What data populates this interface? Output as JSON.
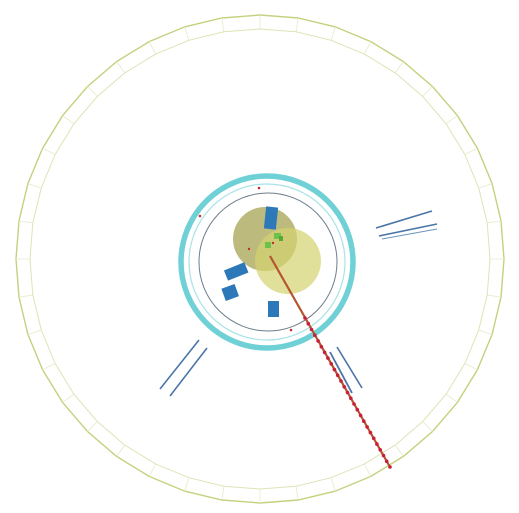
{
  "display": {
    "background": "#ffffff",
    "view": "transverse-plane"
  },
  "colors": {
    "outer_detector": "#c3d27f",
    "outer_detector_inner": "#e6eed0",
    "tracker_ring": "#6fd1d6",
    "tracker_inner_ring": "#a7e3e6",
    "inner_circle": "#6c7d8a",
    "muon_segment": "#4a76a8",
    "calo_block": "#2c78b8",
    "vertex_olive": "#a5a351",
    "vertex_yellow": "#d4d36f",
    "green_hits": "#6cc24a",
    "track": "#b5552f",
    "track_marker": "#c81e3a",
    "red_hit": "#c03030"
  },
  "elements": [
    {
      "name": "outer-detector-ring",
      "shape": "polygon-ring",
      "sides": 40
    },
    {
      "name": "tracker-ring",
      "shape": "ring"
    },
    {
      "name": "inner-tracker-circle",
      "shape": "circle"
    },
    {
      "name": "vertex-region",
      "shape": "circles",
      "count": 2
    },
    {
      "name": "calorimeter-deposits",
      "shape": "rectangles",
      "count": 4
    },
    {
      "name": "muon-segments",
      "shape": "line-pairs",
      "count": 3
    },
    {
      "name": "reconstructed-track",
      "shape": "line-with-markers"
    },
    {
      "name": "green-hits",
      "shape": "squares",
      "count": 3
    }
  ]
}
